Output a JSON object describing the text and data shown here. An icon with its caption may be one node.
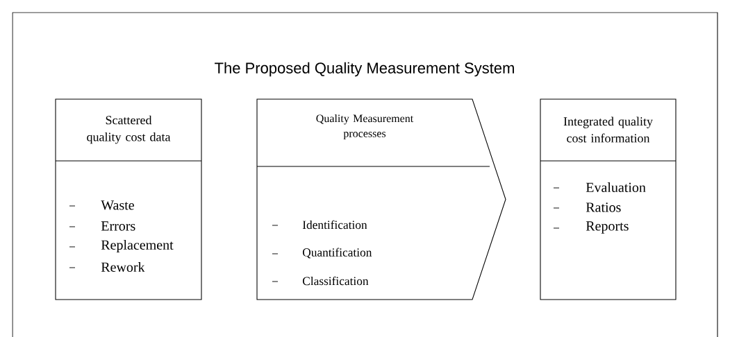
{
  "diagram": {
    "title": "The Proposed Quality Measurement System",
    "nodes": [
      {
        "text": [
          "Scattered quality cost data",
          "Waste",
          "Errors",
          "Replacement",
          "Rework"
        ]
      },
      {
        "text": [
          "Quality Measurement processes",
          "Identification",
          "Quantification",
          "Classification"
        ]
      },
      {
        "text": [
          "Integrated quality cost information",
          "Evaluation",
          "Ratios",
          "Reports"
        ]
      }
    ],
    "edges": []
  }
}
